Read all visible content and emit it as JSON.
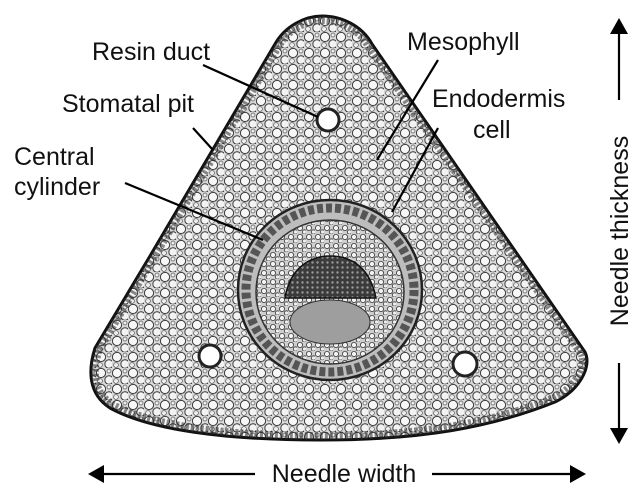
{
  "labels": {
    "resin_duct": "Resin duct",
    "stomatal_pit": "Stomatal pit",
    "central_cylinder_line1": "Central",
    "central_cylinder_line2": "cylinder",
    "mesophyll": "Mesophyll",
    "endodermis_line1": "Endodermis",
    "endodermis_line2": "cell",
    "needle_thickness": "Needle thickness",
    "needle_width": "Needle width"
  }
}
